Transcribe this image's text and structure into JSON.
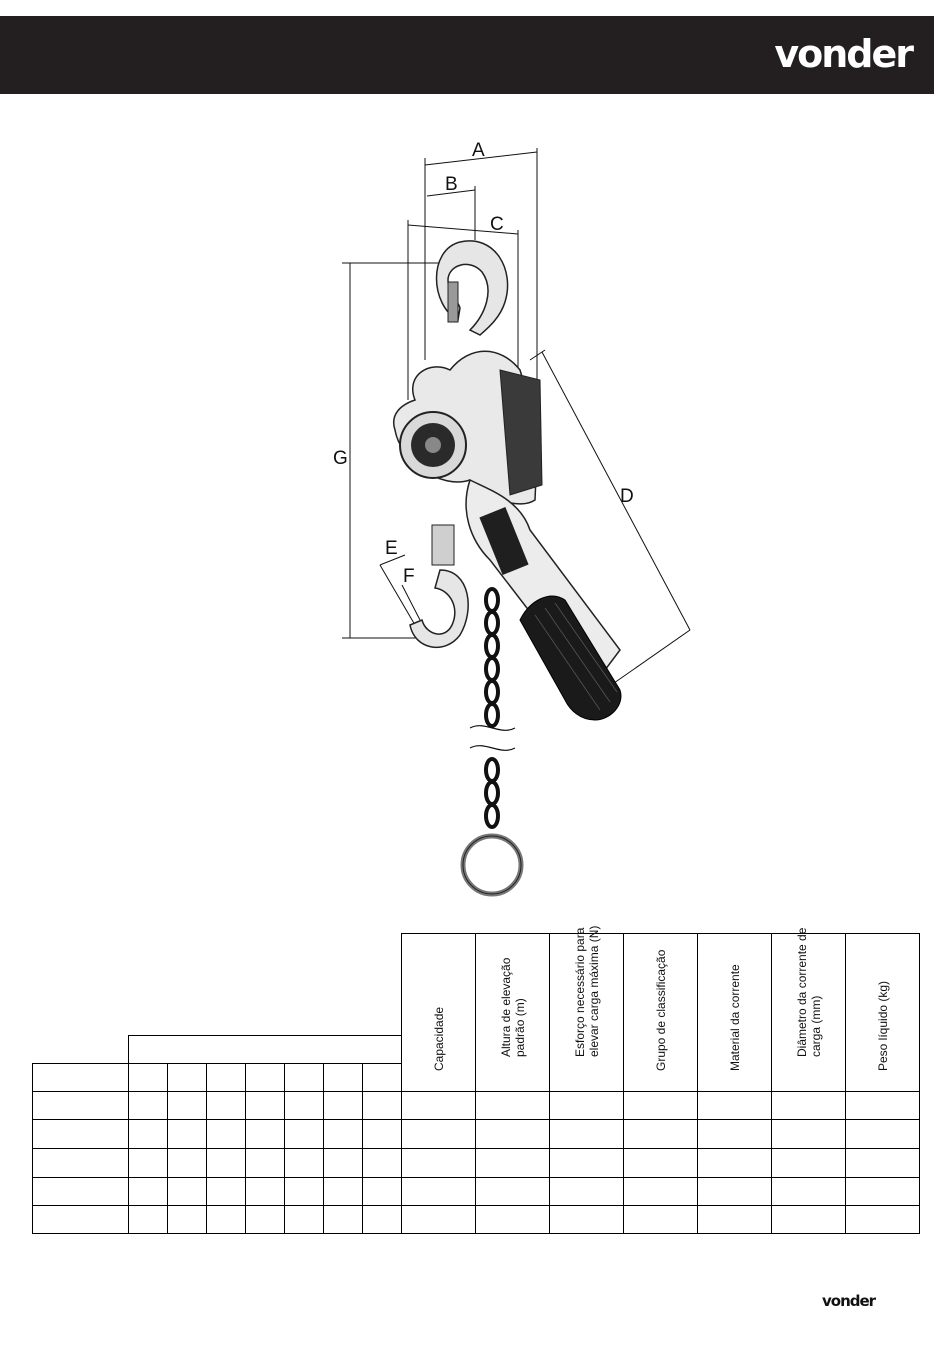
{
  "header": {
    "brand": "vonder",
    "background": "#231f20"
  },
  "figure": {
    "dimension_labels": [
      "A",
      "B",
      "C",
      "D",
      "E",
      "F",
      "G"
    ]
  },
  "table": {
    "columns": [
      "Capacidade",
      "Altura de elevação padrão (m)",
      "Esforço necessário para elevar carga máxima (N)",
      "Grupo de classificação",
      "Material da corrente",
      "Diâmetro da corrente de carga (mm)",
      "Peso líquido (kg)"
    ],
    "row_count": 5
  },
  "footer": {
    "brand": "vonder"
  }
}
